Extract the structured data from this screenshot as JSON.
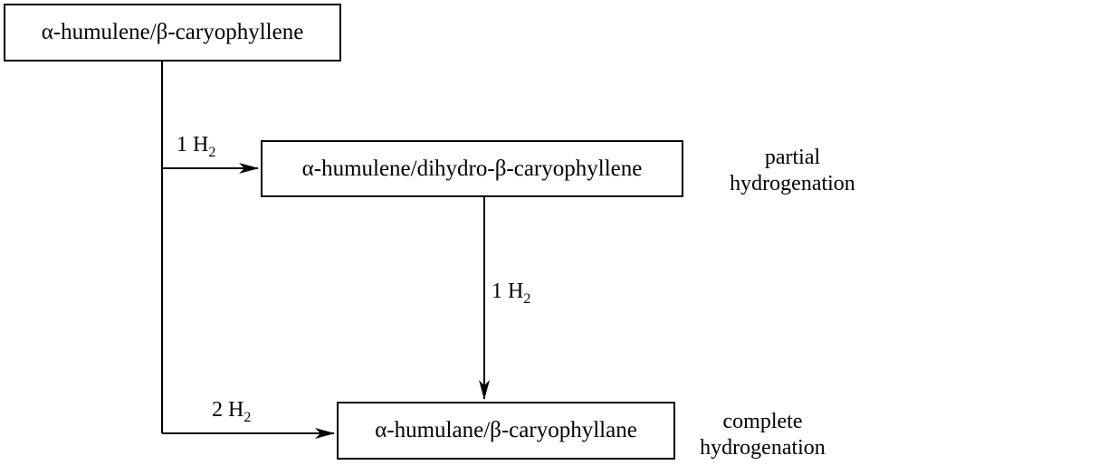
{
  "diagram": {
    "nodes": {
      "start": "α-humulene/β-caryophyllene",
      "partial": "α-humulene/dihydro-β-caryophyllene",
      "complete": "α-humulane/β-caryophyllane"
    },
    "edges": [
      {
        "from": "start",
        "to": "partial",
        "count": "1",
        "reagent": "H",
        "subscript": "2"
      },
      {
        "from": "partial",
        "to": "complete",
        "count": "1",
        "reagent": "H",
        "subscript": "2"
      },
      {
        "from": "start",
        "to": "complete",
        "count": "2",
        "reagent": "H",
        "subscript": "2"
      }
    ],
    "annotations": {
      "partial": [
        "partial",
        "hydrogenation"
      ],
      "complete": [
        "complete",
        "hydrogenation"
      ]
    }
  },
  "colors": {
    "line": "#000000",
    "background": "#ffffff"
  },
  "icons": {
    "edge_head": "arrowhead-icon"
  }
}
